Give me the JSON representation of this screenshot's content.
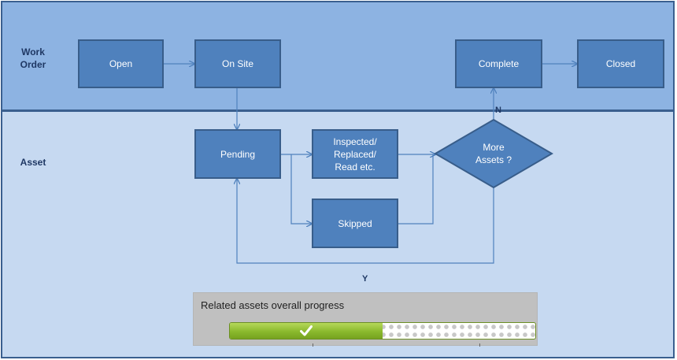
{
  "lanes": {
    "work_order": "Work\nOrder",
    "asset": "Asset"
  },
  "nodes": {
    "open": "Open",
    "on_site": "On Site",
    "complete": "Complete",
    "closed": "Closed",
    "pending": "Pending",
    "inspected": "Inspected/\nReplaced/\nRead etc.",
    "skipped": "Skipped",
    "more_assets": "More\nAssets ?"
  },
  "edge_labels": {
    "no": "N",
    "yes": "Y"
  },
  "progress": {
    "title": "Related assets overall progress",
    "fraction": 0.5,
    "icon": "check-icon"
  },
  "colors": {
    "work_order_lane": "#8db3e2",
    "asset_lane": "#c6d9f1",
    "node_fill": "#4f81bd",
    "connector": "#4f81bd",
    "progress_fill": "#8ab92d"
  }
}
